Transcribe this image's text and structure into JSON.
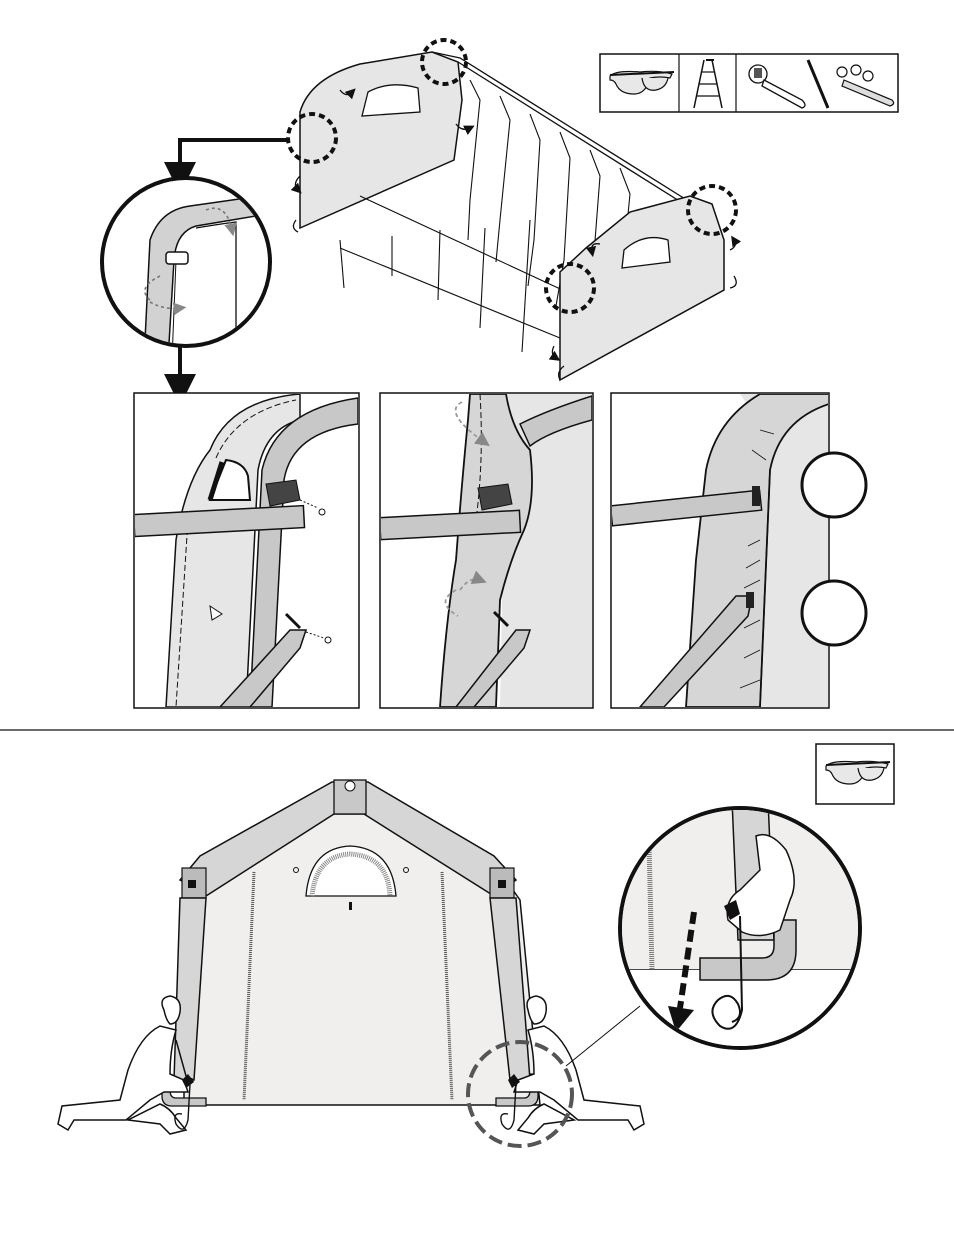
{
  "document": {
    "step_upper": {
      "tools_required": [
        {
          "icon": "safety-glasses-icon"
        },
        {
          "icon": "step-ladder-icon"
        },
        {
          "icon": "adjustable-wrench-icon"
        },
        {
          "icon": "socket-wrench-icon"
        }
      ],
      "detail_panels": [
        "fabric-clip-attach",
        "fabric-wrap-frame",
        "fabric-secured"
      ]
    },
    "step_lower": {
      "tools_required": [
        {
          "icon": "safety-glasses-icon"
        }
      ]
    },
    "colors": {
      "line": "#111111",
      "fabric": "#e6e6e6",
      "frame": "#c8c8c8",
      "accent_dashed": "#444444"
    }
  }
}
